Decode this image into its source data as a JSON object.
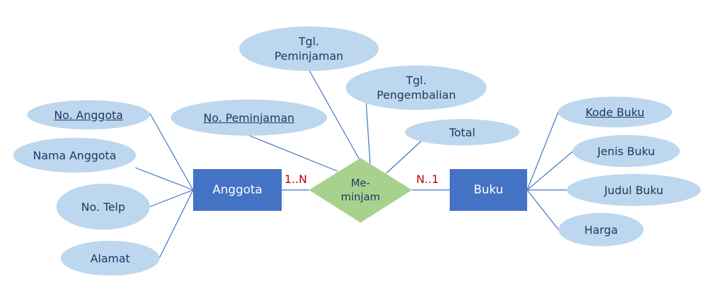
{
  "colors": {
    "attribute_fill": "#bdd7ee",
    "attribute_text": "#1f3864",
    "entity_fill": "#4472c4",
    "entity_text": "#ffffff",
    "relationship_fill": "#a9d18e",
    "line": "#4472c4",
    "cardinality": "#c00000"
  },
  "entities": [
    {
      "id": "anggota",
      "label": "Anggota"
    },
    {
      "id": "buku",
      "label": "Buku"
    }
  ],
  "relationship": {
    "id": "meminjam",
    "label": "Me-\nminjam"
  },
  "cardinalities": [
    {
      "between": "anggota-meminjam",
      "label": "1..N"
    },
    {
      "between": "meminjam-buku",
      "label": "N..1"
    }
  ],
  "attributes": {
    "anggota": [
      {
        "label": "No. Anggota",
        "key": true
      },
      {
        "label": "Nama Anggota",
        "key": false
      },
      {
        "label": "No. Telp",
        "key": false
      },
      {
        "label": "Alamat",
        "key": false
      }
    ],
    "meminjam": [
      {
        "label": "No. Peminjaman",
        "key": true
      },
      {
        "label": "Tgl.\nPeminjaman",
        "key": false
      },
      {
        "label": "Tgl.\nPengembalian",
        "key": false
      },
      {
        "label": "Total",
        "key": false
      }
    ],
    "buku": [
      {
        "label": "Kode Buku",
        "key": true
      },
      {
        "label": "Jenis Buku",
        "key": false
      },
      {
        "label": "Judul Buku",
        "key": false
      },
      {
        "label": "Harga",
        "key": false
      }
    ]
  }
}
